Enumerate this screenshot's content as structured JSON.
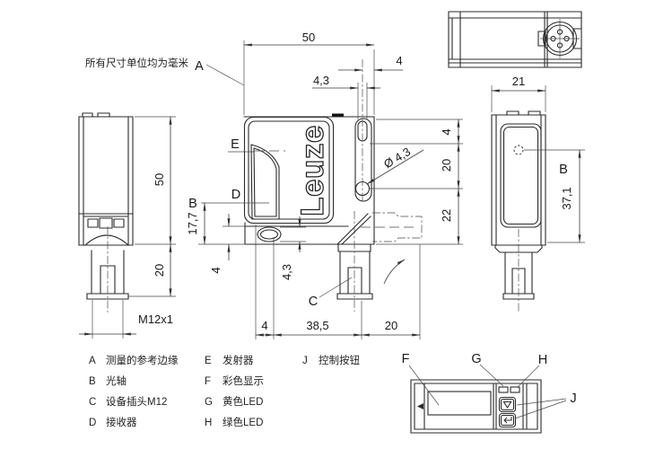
{
  "note": "所有尺寸单位均为毫米",
  "brand": "Leuze",
  "legend": {
    "items": [
      {
        "key": "A",
        "text": "测量的参考边缘"
      },
      {
        "key": "B",
        "text": "光轴"
      },
      {
        "key": "C",
        "text": "设备插头M12"
      },
      {
        "key": "D",
        "text": "接收器"
      },
      {
        "key": "E",
        "text": "发射器"
      },
      {
        "key": "F",
        "text": "彩色显示"
      },
      {
        "key": "G",
        "text": "黄色LED"
      },
      {
        "key": "H",
        "text": "绿色LED"
      },
      {
        "key": "J",
        "text": "控制按钮"
      }
    ]
  },
  "dims": {
    "front_width": "50",
    "hole_edge_offset": "4",
    "hole_slot_width": "4,3",
    "hole_diameter": "Ø 4,3",
    "right_top": "4",
    "right_mid": "20",
    "right_bottom": "22",
    "axis_to_bottom": "17,7",
    "oval_offset": "4",
    "oval_height": "4,3",
    "bottom_left": "4",
    "bottom_mid": "38,5",
    "bottom_right": "20",
    "side_height": "50",
    "side_connector": "20",
    "thread": "M12x1",
    "side_width": "21",
    "axis_height": "37,1"
  }
}
